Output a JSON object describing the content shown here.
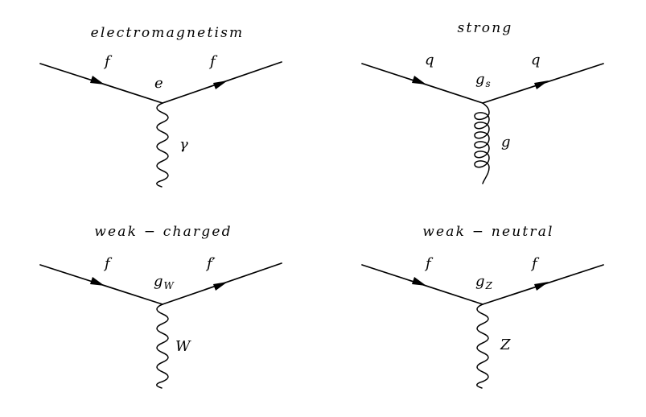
{
  "diagrams": {
    "em": {
      "title": "electromagnetism",
      "incoming": "f",
      "outgoing": "f",
      "coupling": "e",
      "coupling_sub": "",
      "boson": "γ"
    },
    "strong": {
      "title": "strong",
      "incoming": "q",
      "outgoing": "q",
      "coupling": "g",
      "coupling_sub": "s",
      "boson": "g"
    },
    "weak_charged": {
      "title": "weak − charged",
      "incoming": "f",
      "outgoing": "f′",
      "coupling": "g",
      "coupling_sub": "W",
      "boson": "W"
    },
    "weak_neutral": {
      "title": "weak − neutral",
      "incoming": "f",
      "outgoing": "f",
      "coupling": "g",
      "coupling_sub": "Z",
      "boson": "Z"
    }
  }
}
